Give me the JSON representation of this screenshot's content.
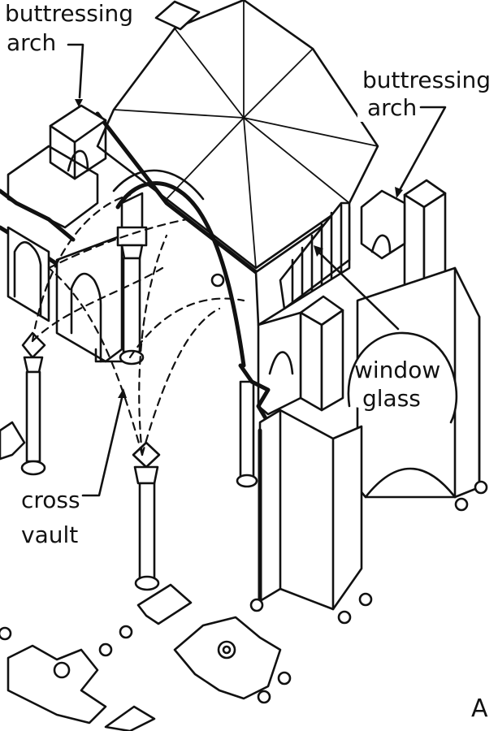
{
  "labels": {
    "buttress_left_line1": "buttressing",
    "buttress_left_line2": "arch",
    "buttress_right_line1": "buttressing",
    "buttress_right_line2": "arch",
    "window_line1": "window",
    "window_line2": "glass",
    "vault_line1": "cross",
    "vault_line2": "vault",
    "figure_letter": "A"
  },
  "colors": {
    "ink": "#111111",
    "background": "#ffffff"
  }
}
